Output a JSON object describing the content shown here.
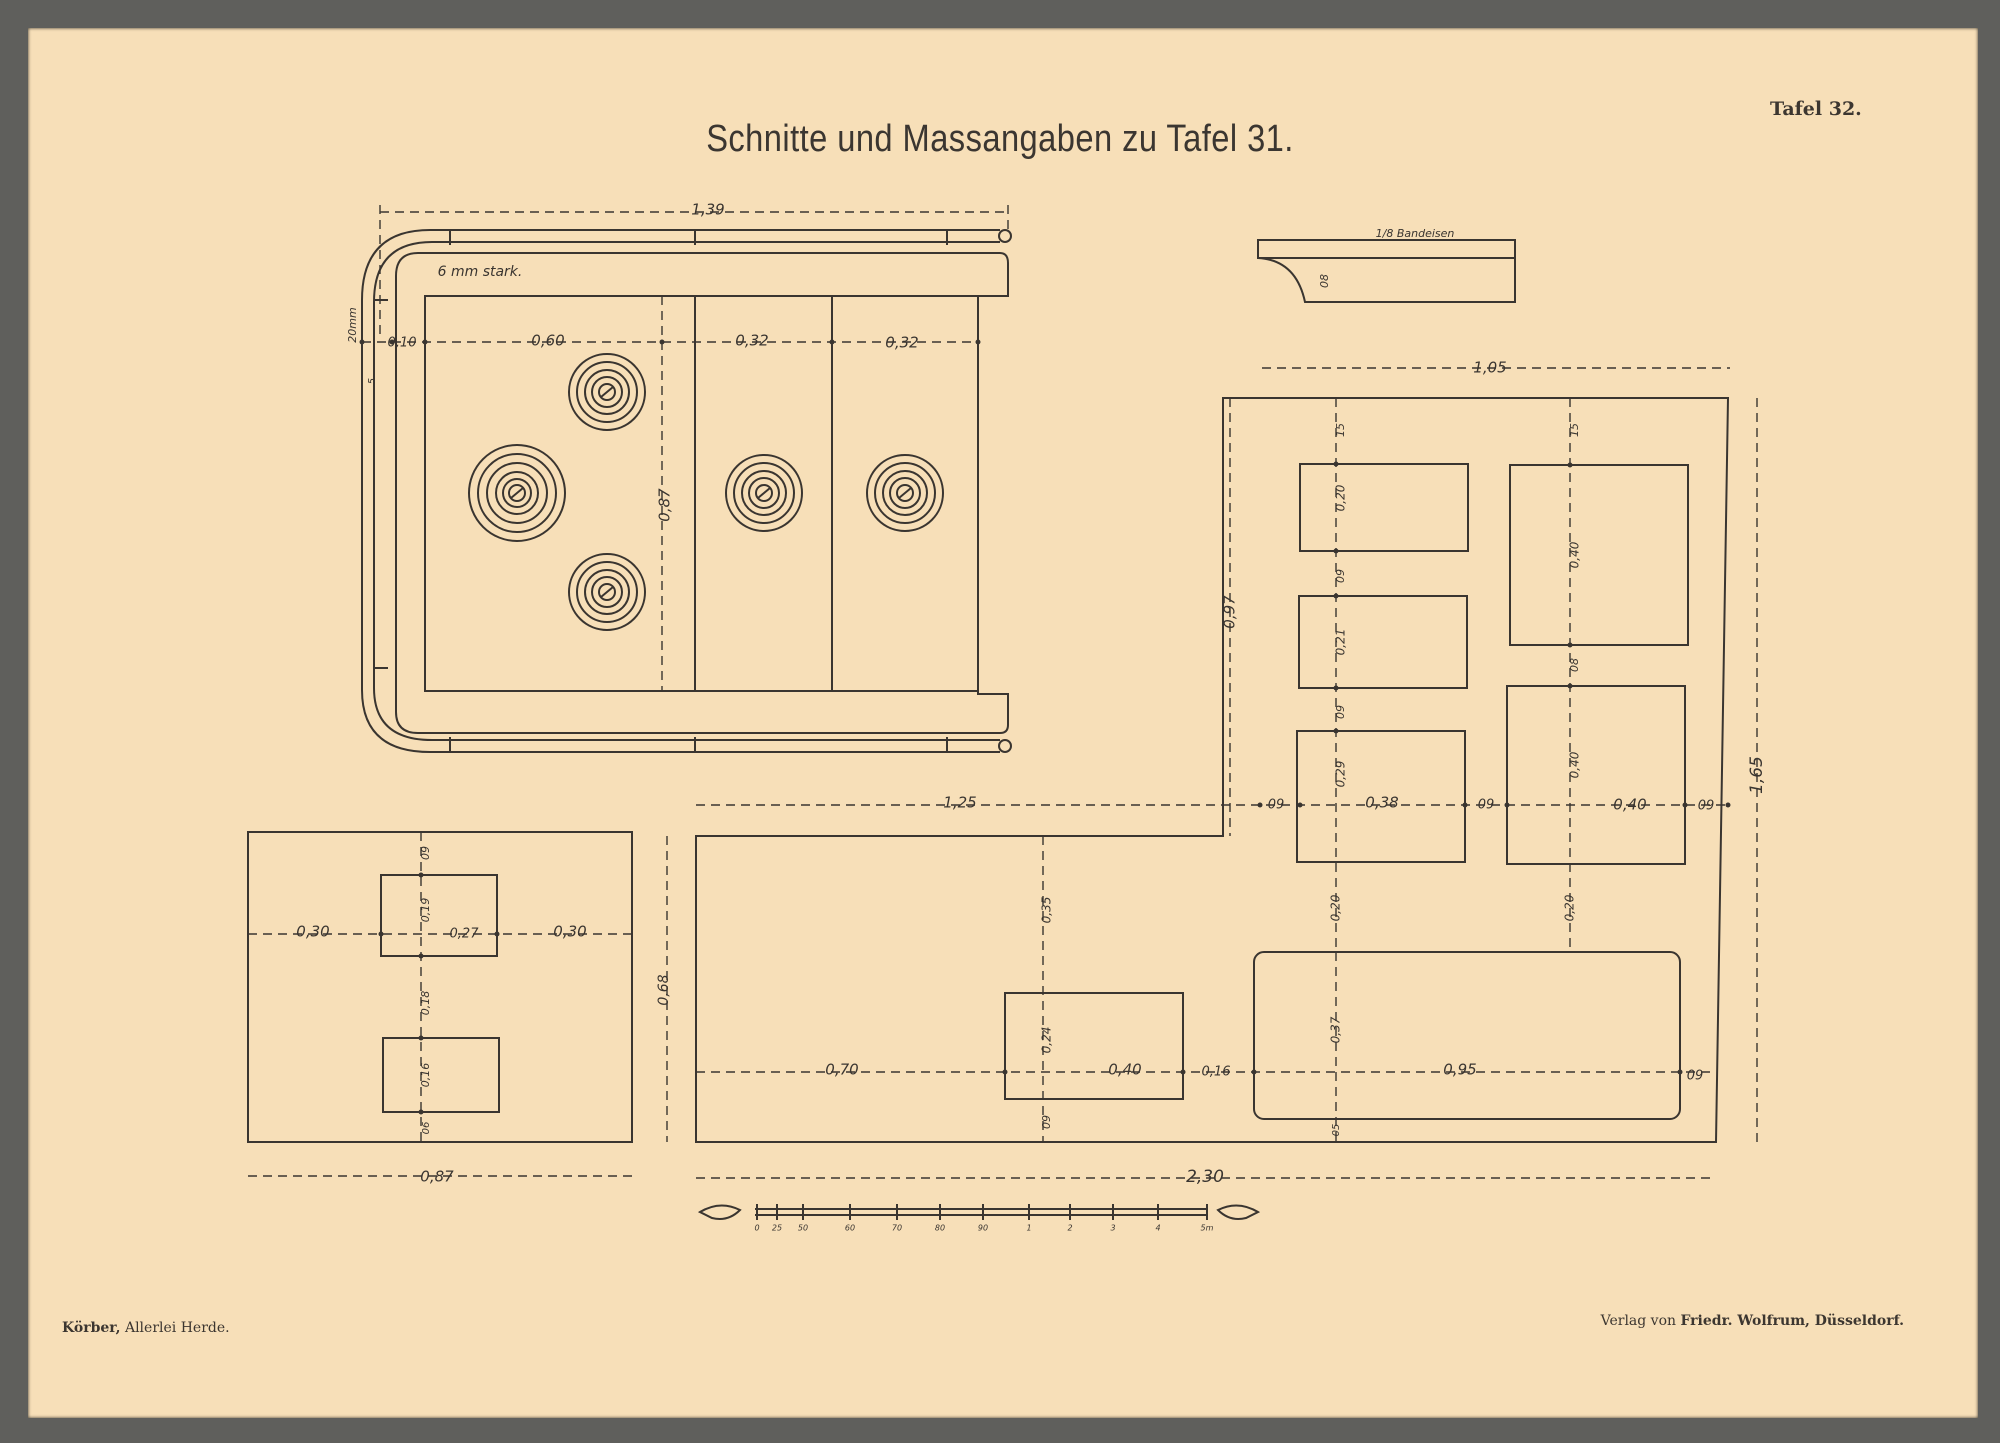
{
  "title": "Schnitte und Massangaben zu Tafel 31.",
  "plate_label": "Tafel 32.",
  "footer": {
    "author": "Körber,",
    "book": " Allerlei Herde.",
    "publisher_prefix": "Verlag von ",
    "publisher": "Friedr. Wolfrum, Düsseldorf."
  },
  "colors": {
    "paper": "#f7dfb8",
    "ink": "#3a3530",
    "border": "#5f5f5c"
  },
  "top_view": {
    "width_label": "1,39",
    "thickness_note": "6 mm stark.",
    "rail_label": "20mm",
    "rail_gap_label": "5",
    "row": [
      "0,10",
      "0,60",
      "0,32",
      "0,32"
    ],
    "depth_label": "0,87"
  },
  "profile": {
    "label": "1/8 Bandeisen",
    "height_label": "08"
  },
  "front_view": {
    "width_label": "1,05",
    "left_height_label": "0,97",
    "total_height_label": "1,65",
    "col_left": [
      "15",
      "0,20",
      "09",
      "0,21",
      "09",
      "0,29"
    ],
    "col_right": [
      "15",
      "0,40",
      "08",
      "0,40"
    ],
    "row": [
      "1,25",
      "09",
      "0,38",
      "09",
      "0,40",
      "09"
    ],
    "lower_left": [
      "0,20"
    ],
    "lower_right": [
      "0,20"
    ],
    "bottom_row": [
      "0,70",
      "0,40",
      "0,16",
      "0,95",
      "09"
    ],
    "small_door": [
      "0,35",
      "0,24",
      "09"
    ],
    "oven_door": [
      "0,37",
      "05"
    ],
    "bottom_width_label": "2,30",
    "side_height_label": "0,68"
  },
  "side_view": {
    "row": [
      "0,30",
      "0,27",
      "0,30"
    ],
    "col": [
      "09",
      "0,19",
      "0,18",
      "0,16",
      "06"
    ],
    "width_label": "0,87"
  },
  "scale_bar": {
    "ticks": [
      "0",
      "25",
      "50",
      "60",
      "70",
      "80",
      "90",
      "1",
      "2",
      "3",
      "4",
      "5m"
    ]
  }
}
